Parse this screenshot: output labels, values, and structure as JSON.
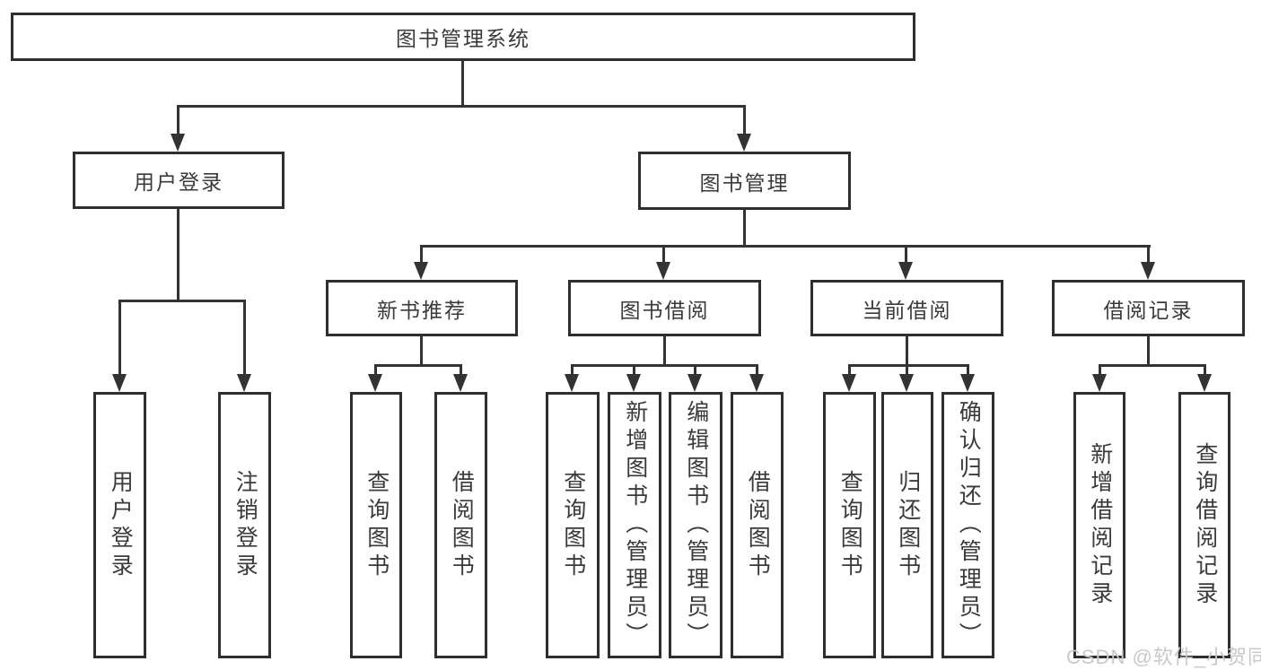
{
  "diagram": {
    "root": {
      "label": "图书管理系统"
    },
    "level2": [
      {
        "id": "user-login",
        "label": "用户登录"
      },
      {
        "id": "book-management",
        "label": "图书管理"
      }
    ],
    "level3": [
      {
        "id": "new-book-recommendation",
        "label": "新书推荐",
        "parent": "图书管理"
      },
      {
        "id": "book-borrowing",
        "label": "图书借阅",
        "parent": "图书管理"
      },
      {
        "id": "current-borrowing",
        "label": "当前借阅",
        "parent": "图书管理"
      },
      {
        "id": "borrowing-records",
        "label": "借阅记录",
        "parent": "图书管理"
      }
    ],
    "leaves": [
      {
        "id": "user-login-leaf",
        "label": "用户登录",
        "parent": "用户登录"
      },
      {
        "id": "logout",
        "label": "注销登录",
        "parent": "用户登录"
      },
      {
        "id": "query-books-recommend",
        "label": "查询图书",
        "parent": "新书推荐"
      },
      {
        "id": "borrow-books-recommend",
        "label": "借阅图书",
        "parent": "新书推荐"
      },
      {
        "id": "query-books-borrowing",
        "label": "查询图书",
        "parent": "图书借阅"
      },
      {
        "id": "add-books-admin",
        "label": "新增图书（管理员）",
        "parent": "图书借阅"
      },
      {
        "id": "edit-books-admin",
        "label": "编辑图书（管理员）",
        "parent": "图书借阅"
      },
      {
        "id": "borrow-books-borrowing",
        "label": "借阅图书",
        "parent": "图书借阅"
      },
      {
        "id": "query-books-current",
        "label": "查询图书",
        "parent": "当前借阅"
      },
      {
        "id": "return-books",
        "label": "归还图书",
        "parent": "当前借阅"
      },
      {
        "id": "confirm-return-admin",
        "label": "确认归还（管理员）",
        "parent": "当前借阅"
      },
      {
        "id": "add-borrow-record",
        "label": "新增借阅记录",
        "parent": "借阅记录"
      },
      {
        "id": "query-borrow-record",
        "label": "查询借阅记录",
        "parent": "借阅记录"
      }
    ],
    "watermark": "CSDN @软件_小贺同学",
    "colors": {
      "line": "#333333",
      "border": "#2e2e2e",
      "text": "#3a3a3a",
      "watermark": "#c9c9c9",
      "background": "#ffffff"
    }
  }
}
